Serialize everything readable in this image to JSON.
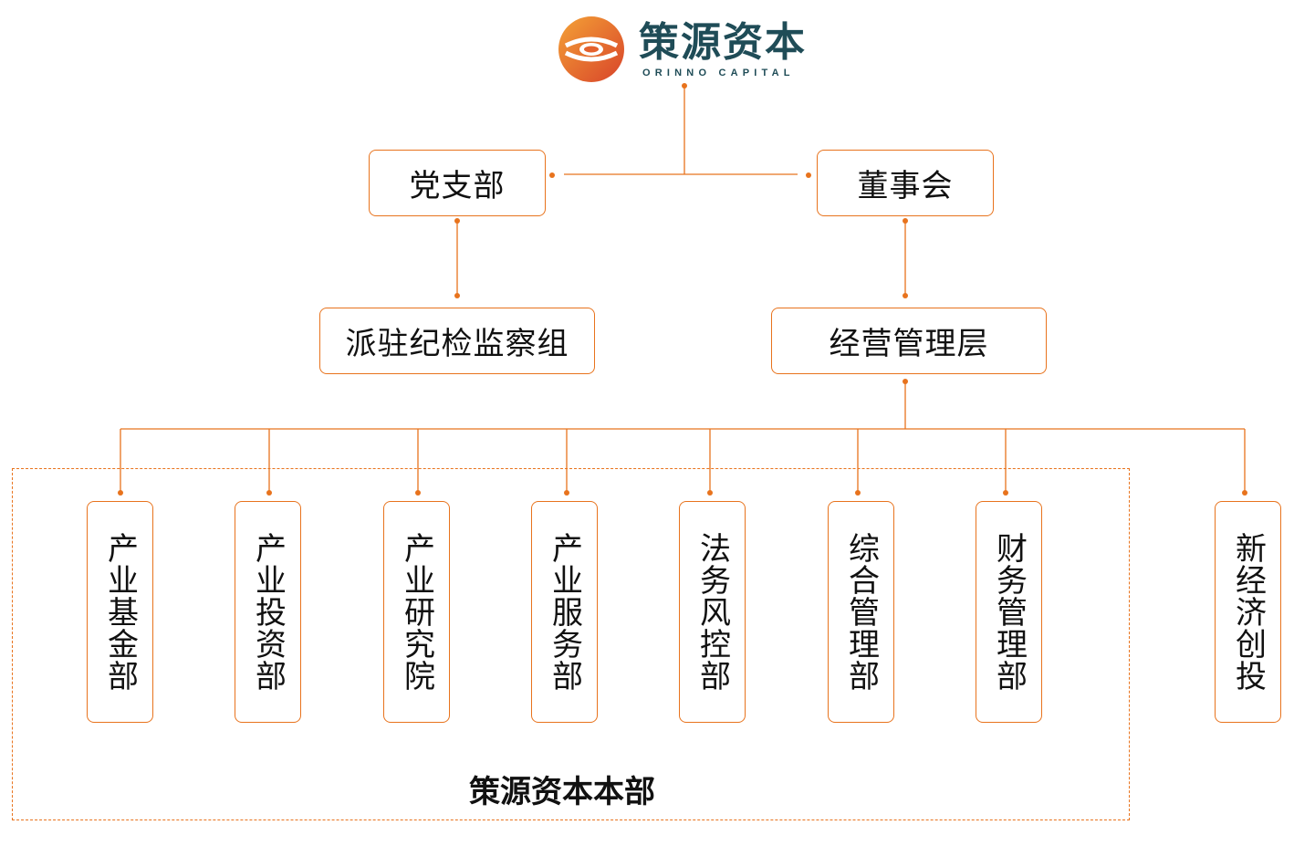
{
  "logo": {
    "name": "策源资本",
    "subtitle": "ORINNO CAPITAL"
  },
  "colors": {
    "accent": "#e8731d",
    "brand_dark": "#1f4c57",
    "text": "#111111"
  },
  "nodes": {
    "party_branch": "党支部",
    "board": "董事会",
    "discipline_group": "派驻纪检监察组",
    "management": "经营管理层"
  },
  "departments": [
    "产业基金部",
    "产业投资部",
    "产业研究院",
    "产业服务部",
    "法务风控部",
    "综合管理部",
    "财务管理部",
    "新经济创投"
  ],
  "group": {
    "label": "策源资本本部"
  }
}
